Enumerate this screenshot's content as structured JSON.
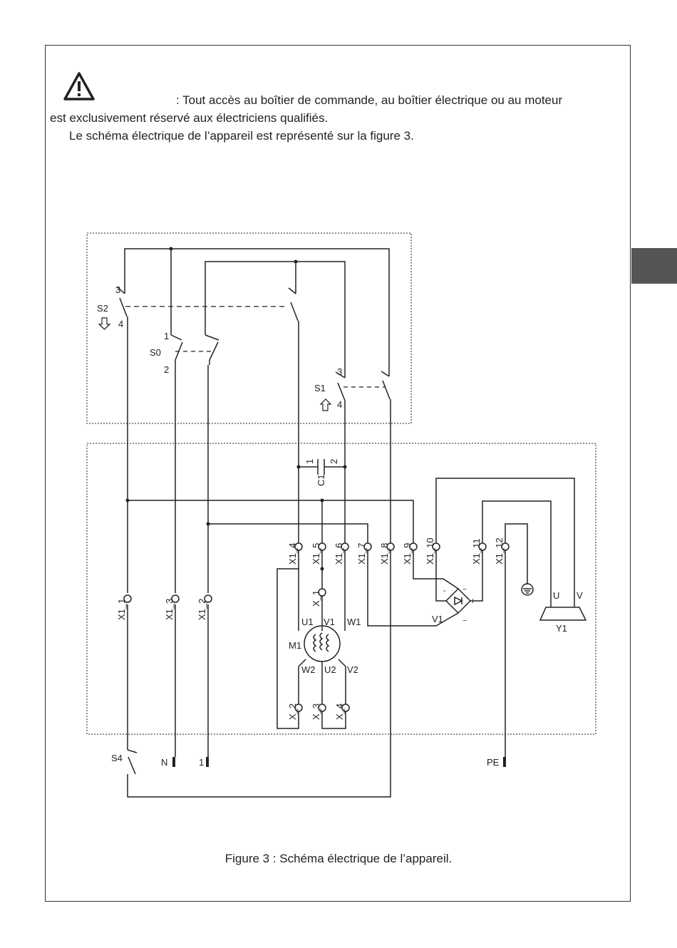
{
  "warning": {
    "line1": ": Tout accès au boîtier de commande, au boîtier électrique ou au moteur",
    "line2": "est exclusivement réservé aux électriciens qualifiés.",
    "line3": "Le schéma électrique de l’appareil est représenté sur la figure 3."
  },
  "diagram": {
    "labels": {
      "s2": "S2",
      "s0": "S0",
      "s1": "S1",
      "s4": "S4",
      "c1": "C1",
      "m1": "M1",
      "v1": "V1",
      "y1": "Y1",
      "n": "N",
      "one": "1",
      "pe": "PE",
      "u": "U",
      "v": "V",
      "u1": "U1",
      "v1w": "V1",
      "w1": "W1",
      "w2": "W2",
      "u2": "U2",
      "v2": "V2"
    },
    "pin_numbers": {
      "s2_top": "3",
      "s2_bot": "4",
      "s0_top": "1",
      "s0_bot": "2",
      "s1_top": "3",
      "s1_bot": "4",
      "c1_a": "1",
      "c1_b": "2"
    },
    "terminals_x1": [
      "X1_1",
      "X1_3",
      "X1_2",
      "X1_4",
      "X1_5",
      "X1_6",
      "X1_7",
      "X1_8",
      "X1_9",
      "X1_10",
      "X1_11",
      "X1_12"
    ],
    "terminals_x": [
      "X_1",
      "X_2",
      "X_3",
      "X_4"
    ],
    "bridge_marks": {
      "minus": "-",
      "plus": "+",
      "ac1": "~",
      "ac2": "~"
    }
  },
  "caption": "Figure 3 : Schéma électrique de l’appareil."
}
